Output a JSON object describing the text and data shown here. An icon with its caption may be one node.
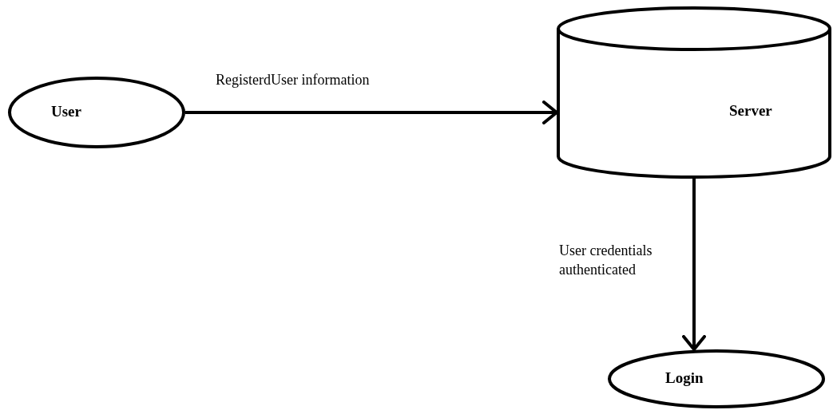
{
  "diagram": {
    "nodes": [
      {
        "text": [
          "User"
        ]
      },
      {
        "text": [
          "Server"
        ]
      },
      {
        "text": [
          "Login"
        ]
      }
    ],
    "edges": [
      {
        "from": 0,
        "to": 1,
        "arrow": "to",
        "label": "RegisterdUser information"
      },
      {
        "from": 1,
        "to": 2,
        "arrow": "to",
        "label": "User credentials authenticated"
      }
    ]
  }
}
